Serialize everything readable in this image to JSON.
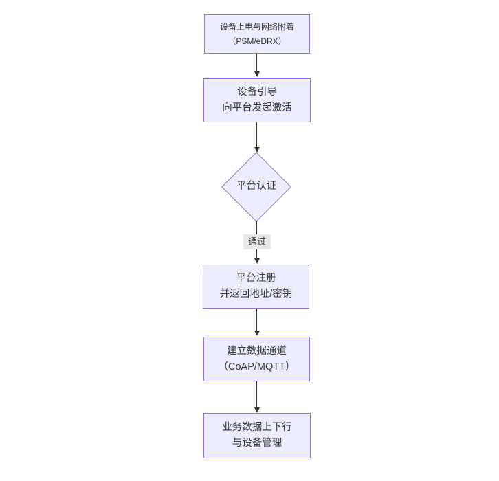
{
  "flow": {
    "type": "flowchart",
    "direction": "top-down",
    "colors": {
      "background": "#ffffff",
      "node_fill": "#ECECFF",
      "node_border": "#9370DB",
      "edge": "#333333",
      "edge_label_bg": "#e8e8e8",
      "text": "#333333"
    },
    "nodes": [
      {
        "id": "power-attach",
        "shape": "rect",
        "label_lines": [
          "设备上电与网络附着",
          "（PSM/eDRX）"
        ]
      },
      {
        "id": "bootstrap",
        "shape": "rect",
        "label_lines": [
          "设备引导",
          "向平台发起激活"
        ]
      },
      {
        "id": "platform-auth",
        "shape": "diamond",
        "label_lines": [
          "平台认证"
        ]
      },
      {
        "id": "register",
        "shape": "rect",
        "label_lines": [
          "平台注册",
          "并返回地址/密钥"
        ]
      },
      {
        "id": "data-channel",
        "shape": "rect",
        "label_lines": [
          "建立数据通道",
          "（CoAP/MQTT）"
        ]
      },
      {
        "id": "business-data",
        "shape": "rect",
        "label_lines": [
          "业务数据上下行",
          "与设备管理"
        ]
      }
    ],
    "edges": [
      {
        "from": "power-attach",
        "to": "bootstrap",
        "label": ""
      },
      {
        "from": "bootstrap",
        "to": "platform-auth",
        "label": ""
      },
      {
        "from": "platform-auth",
        "to": "register",
        "label": "通过"
      },
      {
        "from": "register",
        "to": "data-channel",
        "label": ""
      },
      {
        "from": "data-channel",
        "to": "business-data",
        "label": ""
      }
    ]
  }
}
